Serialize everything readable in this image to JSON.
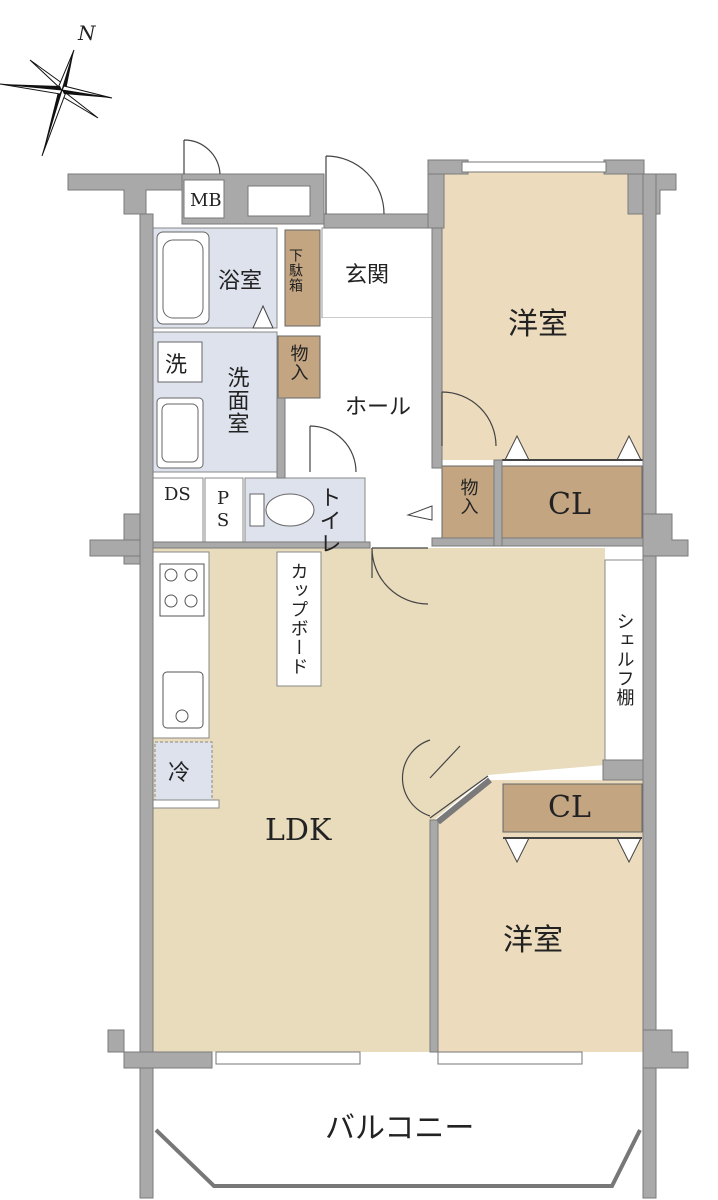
{
  "compass": {
    "label": "N"
  },
  "rooms": {
    "mb": "MB",
    "genkan": "玄関",
    "getabako": "下駄箱",
    "yoku": "浴室",
    "sentaku": "洗",
    "senmen": "洗面室",
    "monoire1": "物入",
    "hall": "ホール",
    "western1": "洋室",
    "cl1": "CL",
    "monoire2": "物入",
    "ds": "DS",
    "ps": "PS",
    "toilet": "トイレ",
    "cupboard": "カップボード",
    "shelf": "シェルフ棚",
    "rei": "冷",
    "ldk": "LDK",
    "cl2": "CL",
    "western2": "洋室",
    "balcony": "バルコニー"
  },
  "colors": {
    "wall": "#a9a9a9",
    "ldk_floor": "#e8dcbc",
    "western_floor": "#ecdcbd",
    "storage": "#c4a582",
    "wet": "#dde2ec",
    "white": "#ffffff"
  }
}
